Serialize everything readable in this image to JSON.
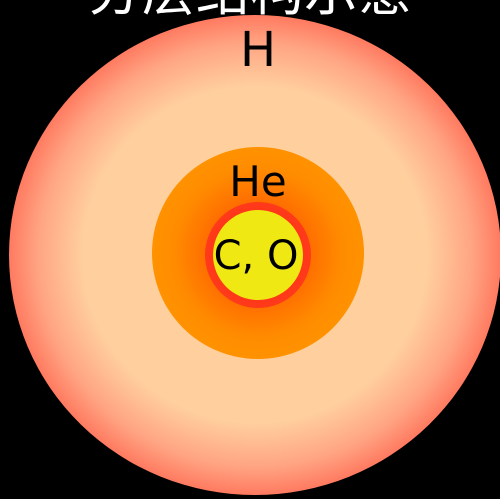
{
  "header": {
    "text": "分层结构示意"
  },
  "diagram": {
    "layers": [
      {
        "id": "envelope",
        "label": "H",
        "color": "#FFCF9E",
        "edge_color": "#FF7A60"
      },
      {
        "id": "shell",
        "label": "He",
        "color": "#FF8C00",
        "edge_color": "#FF5A00"
      },
      {
        "id": "burning",
        "label": "",
        "color": "#FF3A1A"
      },
      {
        "id": "core",
        "label": "C, O",
        "color": "#F0E812"
      }
    ]
  }
}
